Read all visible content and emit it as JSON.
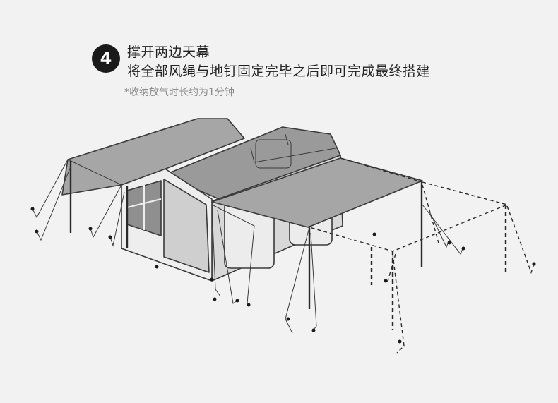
{
  "step": {
    "number": "4",
    "title": "撑开两边天幕",
    "description": "将全部风绳与地钉固定完毕之后即可完成最终搭建",
    "note": "*收纳放气时长约为1分钟"
  },
  "colors": {
    "background": "#f2f2f2",
    "canopy_fill": "#a6a6a6",
    "tent_body": "#e6e6e6",
    "outline": "#3a3a3a",
    "badge": "#1a1a1a"
  }
}
